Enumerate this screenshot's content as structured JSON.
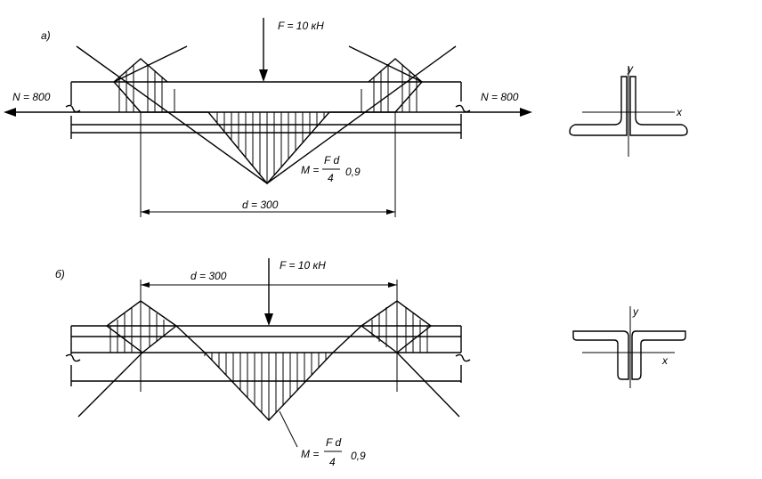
{
  "diagram_a": {
    "tag": "а)",
    "force": "F = 10 кН",
    "axial_left": "N = 800",
    "axial_right": "N = 800",
    "moment_prefix": "M =",
    "moment_num": "F d",
    "moment_den": "4",
    "moment_factor": "0,9",
    "span": "d = 300"
  },
  "diagram_b": {
    "tag": "б)",
    "force": "F = 10 кН",
    "span": "d = 300",
    "moment_prefix": "M =",
    "moment_num": "F d",
    "moment_den": "4",
    "moment_factor": "0,9"
  },
  "section_a": {
    "axis_y": "y",
    "axis_x": "x"
  },
  "section_b": {
    "axis_y": "y",
    "axis_x": "x"
  }
}
